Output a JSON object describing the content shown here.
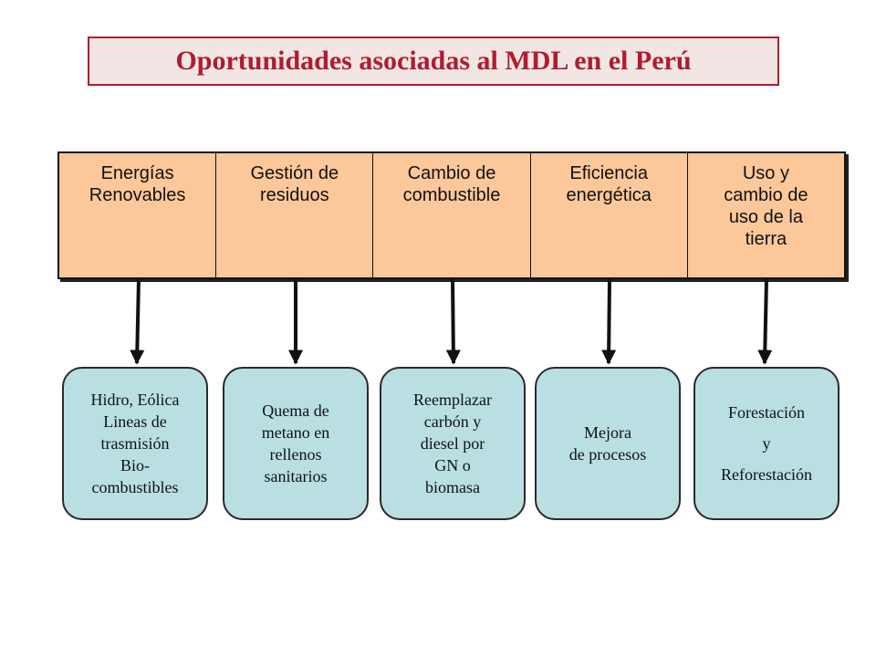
{
  "title": "Oportunidades asociadas al MDL en el Perú",
  "colors": {
    "title_border": "#b01c2e",
    "title_text": "#b01c2e",
    "category_fill": "#fcc89a",
    "opportunity_fill": "#b9dfe3"
  },
  "categories": [
    {
      "label": "Energías\nRenovables"
    },
    {
      "label": "Gestión de\nresiduos"
    },
    {
      "label": "Cambio de\ncombustible"
    },
    {
      "label": "Eficiencia\nenergética"
    },
    {
      "label": "Uso y\ncambio de\nuso de la\ntierra"
    }
  ],
  "opportunities": [
    {
      "label": "Hidro, Eólica\nLineas de\ntrasmisión\nBio-\ncombustibles"
    },
    {
      "label": "Quema  de\nmetano en\nrellenos\nsanitarios"
    },
    {
      "label": "Reemplazar\ncarbón y\ndiesel por\nGN o\nbiomasa"
    },
    {
      "label": "Mejora\n de procesos"
    },
    {
      "label": "Forestación\ny\nReforestación"
    }
  ]
}
